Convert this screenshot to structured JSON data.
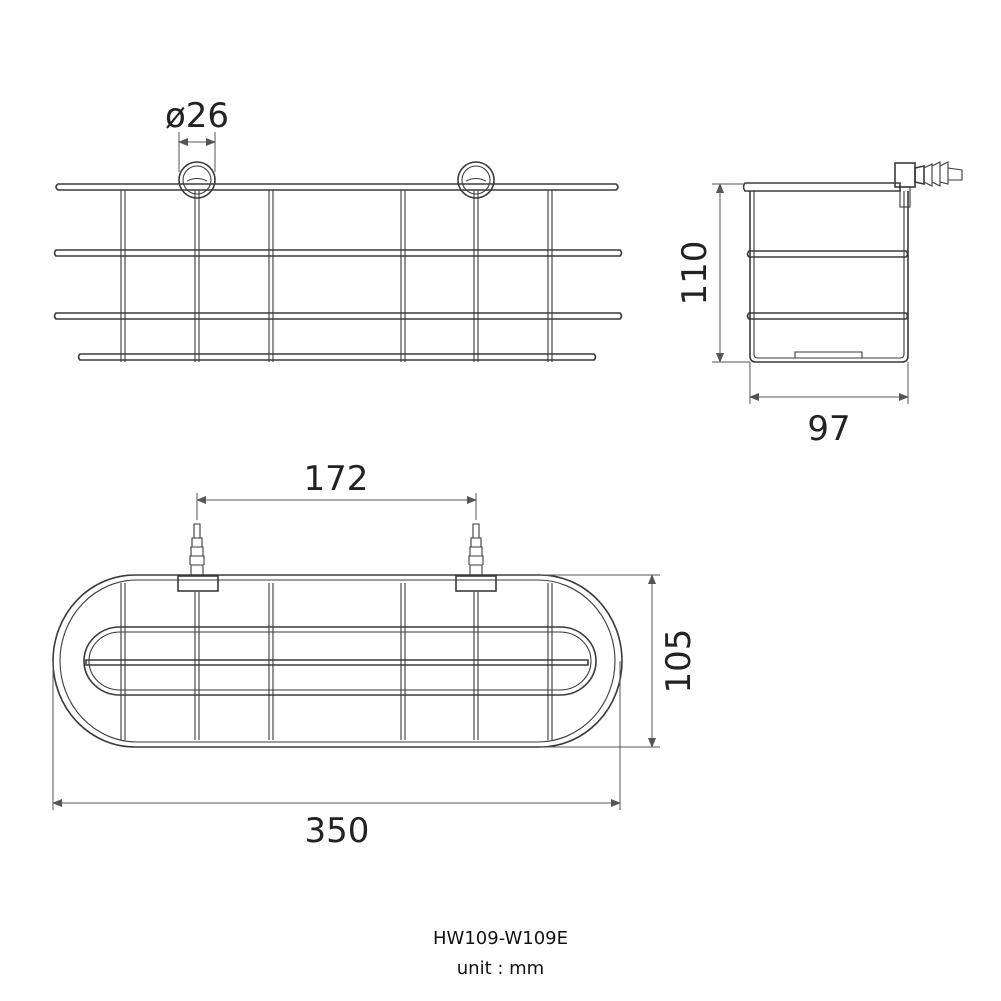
{
  "dimensions": {
    "hook_diameter": "ø26",
    "height": "110",
    "depth": "97",
    "mount_spacing": "172",
    "length": "350",
    "plan_depth": "105"
  },
  "caption": {
    "model": "HW109-W109E",
    "unit": "unit : mm"
  },
  "colors": {
    "line": "#3a3a3a",
    "text": "#222222"
  }
}
